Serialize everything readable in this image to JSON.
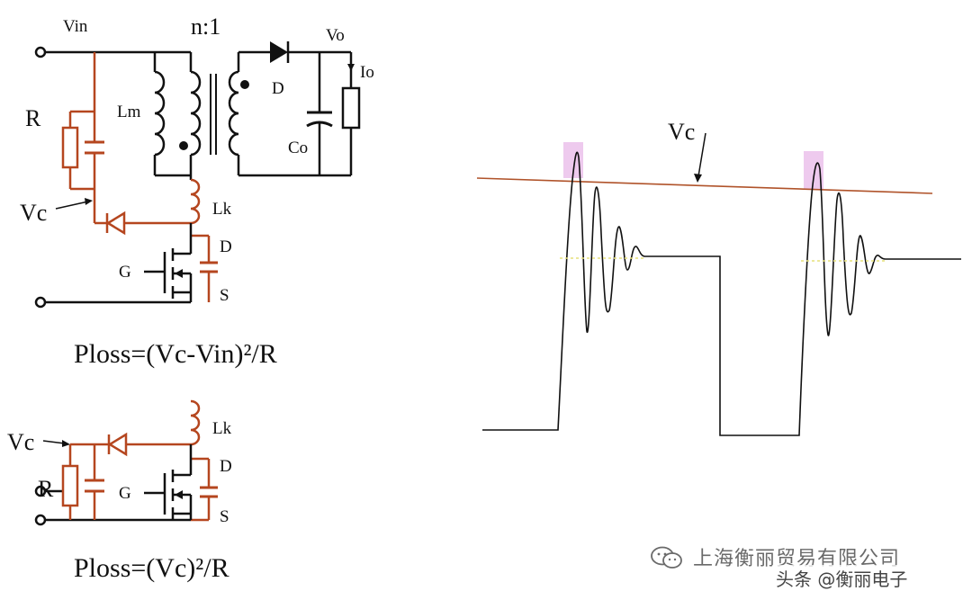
{
  "circuit_top": {
    "labels": {
      "vin": "Vin",
      "ratio": "n:1",
      "vo": "Vo",
      "io": "Io",
      "r": "R",
      "lm": "Lm",
      "d_out": "D",
      "co": "Co",
      "vc": "Vc",
      "lk": "Lk",
      "d": "D",
      "g": "G",
      "s": "S"
    },
    "formula": "Ploss=(Vc-Vin)²/R"
  },
  "circuit_bottom": {
    "labels": {
      "lk": "Lk",
      "vc": "Vc",
      "d": "D",
      "r": "R",
      "g": "G",
      "s": "S"
    },
    "formula": "Ploss=(Vc)²/R"
  },
  "waveform": {
    "vc_label": "Vc"
  },
  "watermark": {
    "company": "上海衡丽贸易有限公司",
    "source": "头条 @衡丽电子"
  },
  "colors": {
    "wire": "#111111",
    "snubber": "#b5461f",
    "vc_line": "#b0532a",
    "highlight": "#e8b8e8",
    "center_dots": "#e6e07a"
  }
}
